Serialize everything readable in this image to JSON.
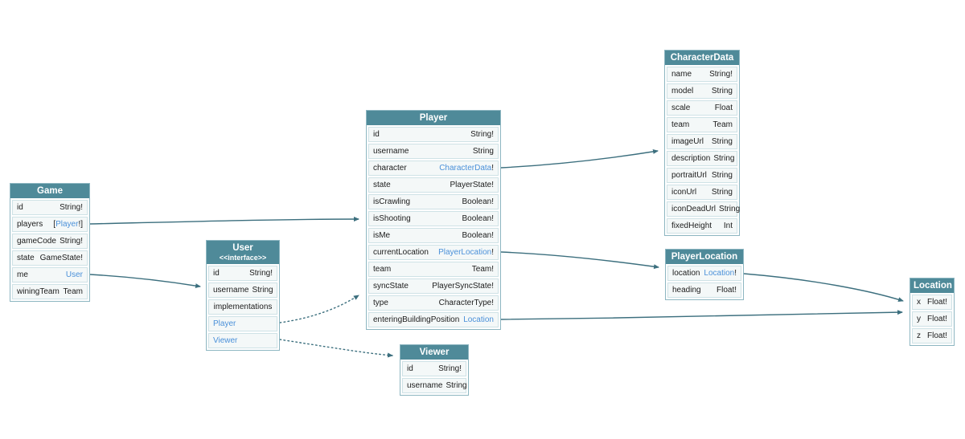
{
  "diagram": {
    "colors": {
      "header_bg": "#4f8a99",
      "link": "#4a90d9",
      "arrow": "#3c6f7e",
      "row_bg": "#f4f8f8",
      "node_border": "#8db6c1",
      "row_border": "#cfe2e6"
    },
    "tables": [
      {
        "id": "game",
        "title": "Game",
        "rows": [
          {
            "field": "id",
            "type": [
              {
                "t": "String!"
              }
            ]
          },
          {
            "field": "players",
            "type": [
              {
                "t": "["
              },
              {
                "t": "Player",
                "link": true
              },
              {
                "t": "!]"
              }
            ]
          },
          {
            "field": "gameCode",
            "type": [
              {
                "t": "String!"
              }
            ]
          },
          {
            "field": "state",
            "type": [
              {
                "t": "GameState!"
              }
            ]
          },
          {
            "field": "me",
            "type": [
              {
                "t": "User",
                "link": true
              }
            ]
          },
          {
            "field": "winingTeam",
            "type": [
              {
                "t": "Team"
              }
            ]
          }
        ]
      },
      {
        "id": "user",
        "title": "User",
        "subtitle": "<<interface>>",
        "rows": [
          {
            "field": "id",
            "type": [
              {
                "t": "String!"
              }
            ]
          },
          {
            "field": "username",
            "type": [
              {
                "t": "String"
              }
            ]
          },
          {
            "field": "implementations",
            "section": true
          },
          {
            "field": "Player",
            "impl_link": true
          },
          {
            "field": "Viewer",
            "impl_link": true
          }
        ]
      },
      {
        "id": "player",
        "title": "Player",
        "rows": [
          {
            "field": "id",
            "type": [
              {
                "t": "String!"
              }
            ]
          },
          {
            "field": "username",
            "type": [
              {
                "t": "String"
              }
            ]
          },
          {
            "field": "character",
            "type": [
              {
                "t": "CharacterData",
                "link": true
              },
              {
                "t": "!"
              }
            ]
          },
          {
            "field": "state",
            "type": [
              {
                "t": "PlayerState!"
              }
            ]
          },
          {
            "field": "isCrawling",
            "type": [
              {
                "t": "Boolean!"
              }
            ]
          },
          {
            "field": "isShooting",
            "type": [
              {
                "t": "Boolean!"
              }
            ]
          },
          {
            "field": "isMe",
            "type": [
              {
                "t": "Boolean!"
              }
            ]
          },
          {
            "field": "currentLocation",
            "type": [
              {
                "t": "PlayerLocation",
                "link": true
              },
              {
                "t": "!"
              }
            ]
          },
          {
            "field": "team",
            "type": [
              {
                "t": "Team!"
              }
            ]
          },
          {
            "field": "syncState",
            "type": [
              {
                "t": "PlayerSyncState!"
              }
            ]
          },
          {
            "field": "type",
            "type": [
              {
                "t": "CharacterType!"
              }
            ]
          },
          {
            "field": "enteringBuildingPosition",
            "type": [
              {
                "t": "Location",
                "link": true
              }
            ]
          }
        ]
      },
      {
        "id": "viewer",
        "title": "Viewer",
        "rows": [
          {
            "field": "id",
            "type": [
              {
                "t": "String!"
              }
            ]
          },
          {
            "field": "username",
            "type": [
              {
                "t": "String"
              }
            ]
          }
        ]
      },
      {
        "id": "character_data",
        "title": "CharacterData",
        "rows": [
          {
            "field": "name",
            "type": [
              {
                "t": "String!"
              }
            ]
          },
          {
            "field": "model",
            "type": [
              {
                "t": "String"
              }
            ]
          },
          {
            "field": "scale",
            "type": [
              {
                "t": "Float"
              }
            ]
          },
          {
            "field": "team",
            "type": [
              {
                "t": "Team"
              }
            ]
          },
          {
            "field": "imageUrl",
            "type": [
              {
                "t": "String"
              }
            ]
          },
          {
            "field": "description",
            "type": [
              {
                "t": "String"
              }
            ]
          },
          {
            "field": "portraitUrl",
            "type": [
              {
                "t": "String"
              }
            ]
          },
          {
            "field": "iconUrl",
            "type": [
              {
                "t": "String"
              }
            ]
          },
          {
            "field": "iconDeadUrl",
            "type": [
              {
                "t": "String"
              }
            ]
          },
          {
            "field": "fixedHeight",
            "type": [
              {
                "t": "Int"
              }
            ]
          }
        ]
      },
      {
        "id": "player_location",
        "title": "PlayerLocation",
        "rows": [
          {
            "field": "location",
            "type": [
              {
                "t": "Location",
                "link": true
              },
              {
                "t": "!"
              }
            ]
          },
          {
            "field": "heading",
            "type": [
              {
                "t": "Float!"
              }
            ]
          }
        ]
      },
      {
        "id": "location",
        "title": "Location",
        "rows": [
          {
            "field": "x",
            "type": [
              {
                "t": "Float!"
              }
            ]
          },
          {
            "field": "y",
            "type": [
              {
                "t": "Float!"
              }
            ]
          },
          {
            "field": "z",
            "type": [
              {
                "t": "Float!"
              }
            ]
          }
        ]
      }
    ],
    "edges": [
      {
        "id": "game-players-to-player",
        "from": "Game.players",
        "to": "Player",
        "style": "solid"
      },
      {
        "id": "game-me-to-user",
        "from": "Game.me",
        "to": "User",
        "style": "solid"
      },
      {
        "id": "player-character-to-characterdata",
        "from": "Player.character",
        "to": "CharacterData",
        "style": "solid"
      },
      {
        "id": "player-currentlocation-to-playerlocation",
        "from": "Player.currentLocation",
        "to": "PlayerLocation",
        "style": "solid"
      },
      {
        "id": "playerlocation-location-to-location",
        "from": "PlayerLocation.location",
        "to": "Location",
        "style": "solid"
      },
      {
        "id": "player-enteringbuildingposition-to-location",
        "from": "Player.enteringBuildingPosition",
        "to": "Location",
        "style": "solid"
      },
      {
        "id": "user-player-implementation",
        "from": "User.Player",
        "to": "Player",
        "style": "dotted"
      },
      {
        "id": "user-viewer-implementation",
        "from": "User.Viewer",
        "to": "Viewer",
        "style": "dotted"
      }
    ]
  }
}
